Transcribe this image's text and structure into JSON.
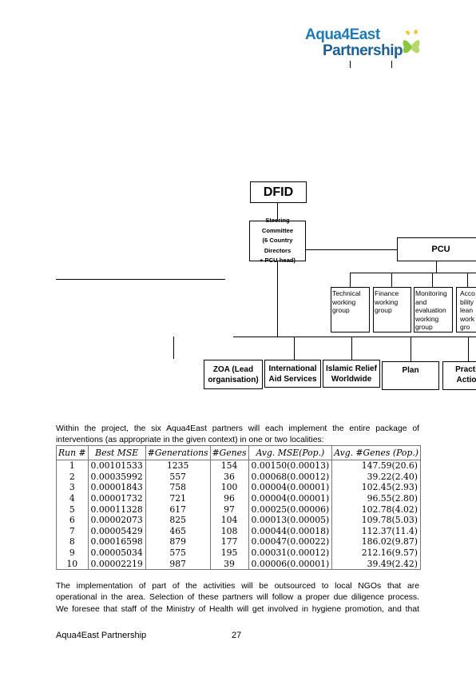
{
  "header": {
    "logo_line1": "Aqua4East",
    "logo_line2": "Partnership"
  },
  "org_chart": {
    "dfid": "DFID",
    "steering_committee": [
      "Steering Committee",
      "(6 Country Directors",
      "+ PCU head)"
    ],
    "pcu": "PCU",
    "working_groups": [
      [
        "Technical",
        "working",
        "group"
      ],
      [
        "Finance",
        "working",
        "group"
      ],
      [
        "Monitoring",
        "and",
        "evaluation",
        "working",
        "group"
      ],
      [
        "Acco",
        "bility",
        "lean",
        "work",
        "gro"
      ]
    ],
    "partners": [
      [
        "ZOA (Lead",
        "organisation)"
      ],
      [
        "International",
        "Aid Services"
      ],
      [
        "Islamic Relief",
        "Worldwide"
      ],
      [
        "Plan"
      ],
      [
        "Practi",
        "Actio"
      ]
    ]
  },
  "body": {
    "para1_line1": "Within the project, the six Aqua4East partners will each implement the entire package of",
    "para1_line2": "interventions (as appropriate in the given context) in one or two localities:",
    "para2_line1": "The implementation of part of the activities will be outsourced to local NGOs that are",
    "para2_line2": "operational in the area. Selection of these partners will follow a proper due diligence process.",
    "para2_line3": "We foresee that staff of the Ministry of Health will get involved in hygiene promotion, and that"
  },
  "results_table": {
    "headers": [
      "Run #",
      "Best MSE",
      "#Generations",
      "#Genes",
      "Avg. MSE(Pop.)",
      "Avg. #Genes (Pop.)"
    ],
    "rows": [
      [
        "1",
        "0.00101533",
        "1235",
        "154",
        "0.00150(0.00013)",
        "147.59(20.6)"
      ],
      [
        "2",
        "0.00035992",
        "557",
        "36",
        "0.00068(0.00012)",
        "39.22(2.40)"
      ],
      [
        "3",
        "0.00001843",
        "758",
        "100",
        "0.00004(0.00001)",
        "102.45(2.93)"
      ],
      [
        "4",
        "0.00001732",
        "721",
        "96",
        "0.00004(0.00001)",
        "96.55(2.80)"
      ],
      [
        "5",
        "0.00011328",
        "617",
        "97",
        "0.00025(0.00006)",
        "102.78(4.02)"
      ],
      [
        "6",
        "0.00002073",
        "825",
        "104",
        "0.00013(0.00005)",
        "109.78(5.03)"
      ],
      [
        "7",
        "0.00005429",
        "465",
        "108",
        "0.00044(0.00018)",
        "112.37(11.4)"
      ],
      [
        "8",
        "0.00016598",
        "879",
        "177",
        "0.00047(0.00022)",
        "186.02(9.87)"
      ],
      [
        "9",
        "0.00005034",
        "575",
        "195",
        "0.00031(0.00012)",
        "212.16(9.57)"
      ],
      [
        "10",
        "0.00002219",
        "987",
        "39",
        "0.00006(0.00001)",
        "39.49(2.42)"
      ]
    ]
  },
  "footer": {
    "left": "Aqua4East Partnership",
    "page_number": "27"
  }
}
